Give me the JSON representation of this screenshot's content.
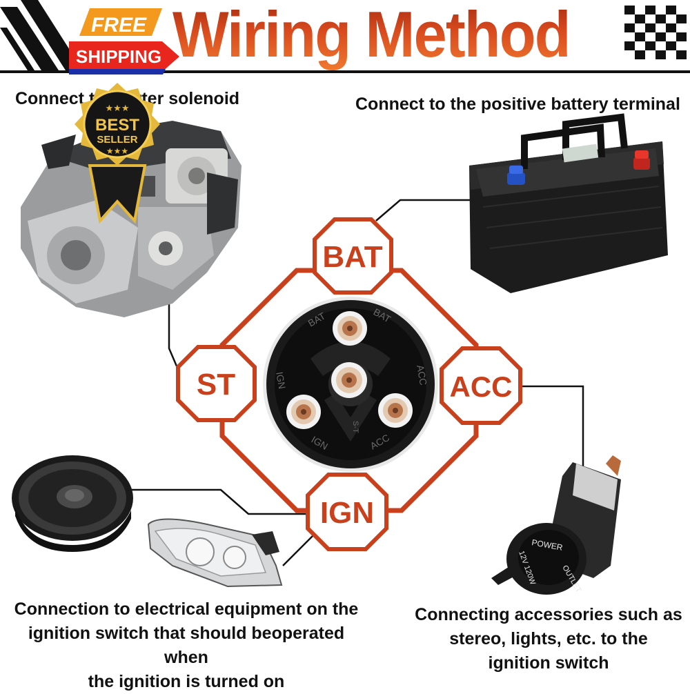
{
  "header": {
    "title": "Wiring Method",
    "free_label": "FREE",
    "shipping_label": "SHIPPING"
  },
  "badge": {
    "line1": "BEST",
    "line2": "SELLER",
    "stars": "★★★"
  },
  "terminals": {
    "bat": "BAT",
    "st": "ST",
    "acc": "ACC",
    "ign": "IGN"
  },
  "switch_face": {
    "bat1": "BAT",
    "bat2": "BAT",
    "ign1": "IGN",
    "ign2": "IGN",
    "acc1": "ACC",
    "acc2": "ACC",
    "center": "S-T"
  },
  "socket": {
    "power": "POWER",
    "outlet": "OUTLET",
    "rating": "12V 120W"
  },
  "captions": {
    "starter": "Connect to starter solenoid",
    "battery": "Connect to the positive battery terminal",
    "ign": [
      "Connection to electrical equipment on the",
      "ignition switch that should beoperated when",
      "the ignition is turned on"
    ],
    "acc": [
      "Connecting accessories such as",
      "stereo, lights, etc. to the",
      "ignition switch"
    ]
  },
  "colors": {
    "accent": "#c9411c",
    "banner_red": "#e8261d",
    "banner_orange": "#f39a1e",
    "gold": "#e4b83a",
    "dark": "#111111"
  }
}
